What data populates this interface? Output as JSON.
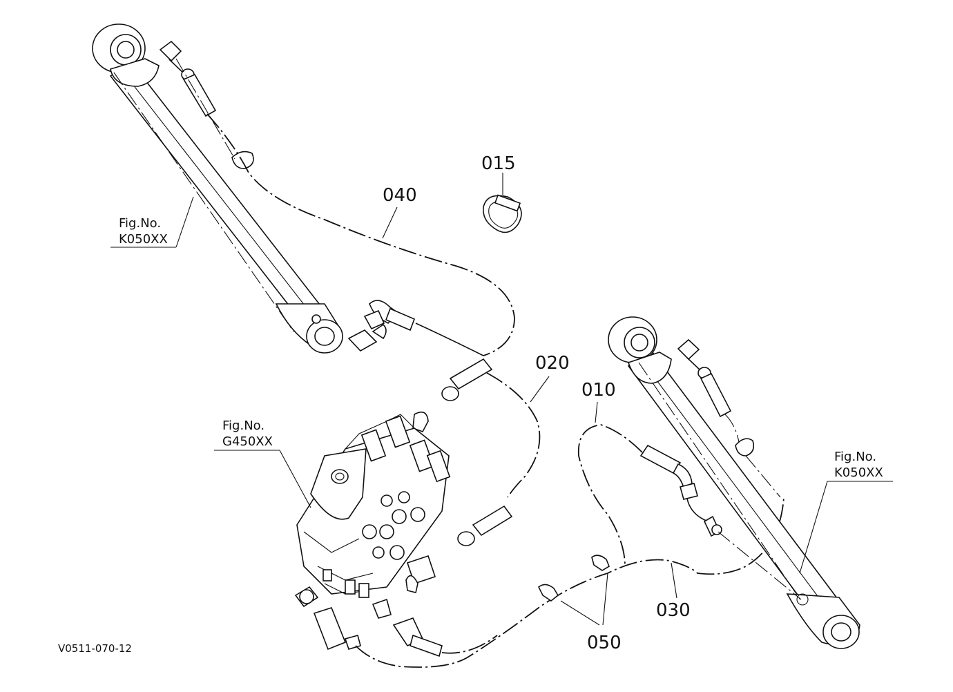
{
  "callouts": {
    "c015": "015",
    "c040": "040",
    "c020": "020",
    "c010": "010",
    "c030": "030",
    "c050": "050"
  },
  "refs": {
    "left": {
      "fig": "Fig.No.",
      "num": "K050XX"
    },
    "valve": {
      "fig": "Fig.No.",
      "num": "G450XX"
    },
    "right": {
      "fig": "Fig.No.",
      "num": "K050XX"
    }
  },
  "drawing_code": "V0511-070-12",
  "colors": {
    "ink": "#111111",
    "paper": "#ffffff"
  }
}
